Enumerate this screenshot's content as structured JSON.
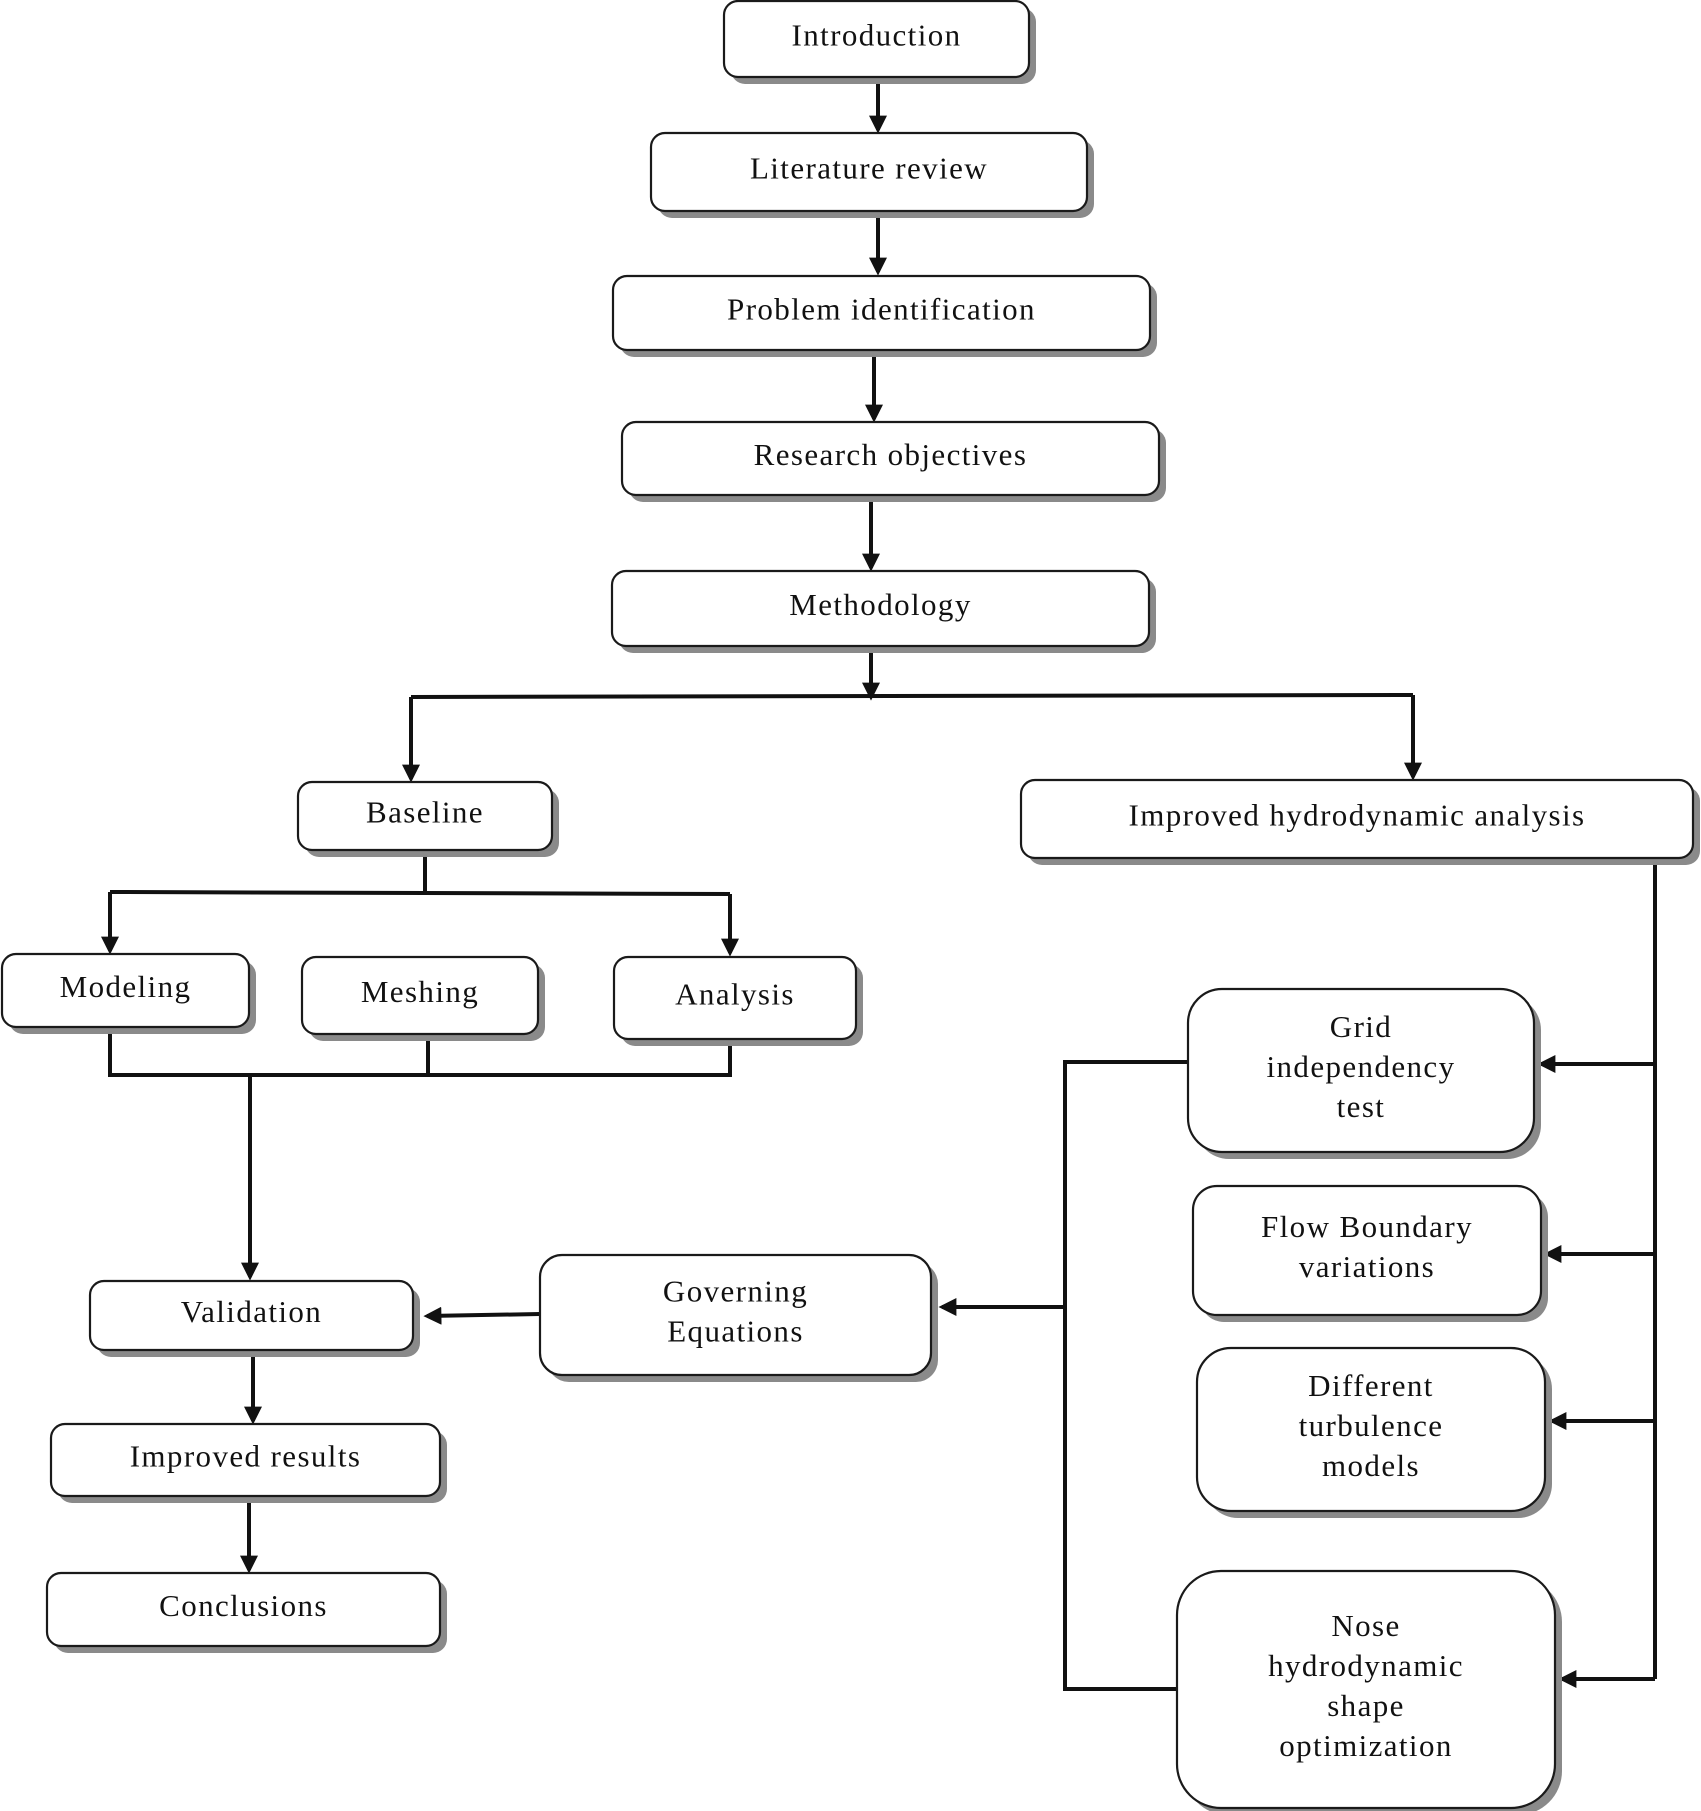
{
  "diagram": {
    "nodes": {
      "introduction": {
        "lines": [
          "Introduction"
        ]
      },
      "literature_review": {
        "lines": [
          "Literature review"
        ]
      },
      "problem_identification": {
        "lines": [
          "Problem identification"
        ]
      },
      "research_objectives": {
        "lines": [
          "Research objectives"
        ]
      },
      "methodology": {
        "lines": [
          "Methodology"
        ]
      },
      "baseline": {
        "lines": [
          "Baseline"
        ]
      },
      "improved_hydrodynamic_analysis": {
        "lines": [
          "Improved hydrodynamic analysis"
        ]
      },
      "modeling": {
        "lines": [
          "Modeling"
        ]
      },
      "meshing": {
        "lines": [
          "Meshing"
        ]
      },
      "analysis": {
        "lines": [
          "Analysis"
        ]
      },
      "validation": {
        "lines": [
          "Validation"
        ]
      },
      "improved_results": {
        "lines": [
          "Improved results"
        ]
      },
      "conclusions": {
        "lines": [
          "Conclusions"
        ]
      },
      "governing_equations": {
        "lines": [
          "Governing",
          "Equations"
        ]
      },
      "grid_independency_test": {
        "lines": [
          "Grid",
          "independency",
          "test"
        ]
      },
      "flow_boundary_variations": {
        "lines": [
          "Flow Boundary",
          "variations"
        ]
      },
      "different_turbulence_models": {
        "lines": [
          "Different",
          "turbulence",
          "models"
        ]
      },
      "nose_hydrodynamic_shape_optimization": {
        "lines": [
          "Nose",
          "hydrodynamic",
          "shape",
          "optimization"
        ]
      }
    },
    "colors": {
      "line": "#111111",
      "box_fill": "#ffffff",
      "shadow": "#8a8a8a"
    }
  }
}
